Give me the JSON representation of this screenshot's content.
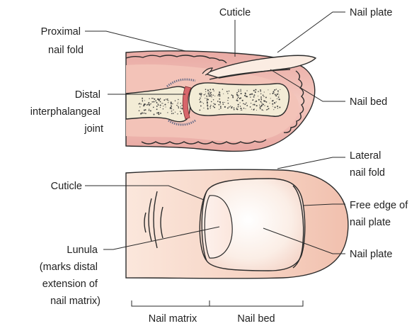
{
  "labels": {
    "proximal_nail_fold": [
      "Proximal",
      "nail fold"
    ],
    "cuticle_top": "Cuticle",
    "nail_plate_top": "Nail plate",
    "nail_bed_top": "Nail bed",
    "distal_ip_joint": [
      "Distal",
      "interphalangeal",
      "joint"
    ],
    "lateral_nail_fold": [
      "Lateral",
      "nail fold"
    ],
    "cuticle_bottom": "Cuticle",
    "free_edge": [
      "Free edge of",
      "nail plate"
    ],
    "lunula": [
      "Lunula",
      "(marks distal",
      "extension of",
      "nail matrix)"
    ],
    "nail_plate_bottom": "Nail plate",
    "nail_matrix": "Nail matrix",
    "nail_bed_bottom": "Nail bed"
  },
  "colors": {
    "skin_light": "#f8dccc",
    "skin_pink": "#ecb2ac",
    "bone_fill": "#f3ecd6",
    "joint_red": "#d7666b",
    "nail_fill": "#fbece2",
    "outline": "#2b2b2b"
  }
}
